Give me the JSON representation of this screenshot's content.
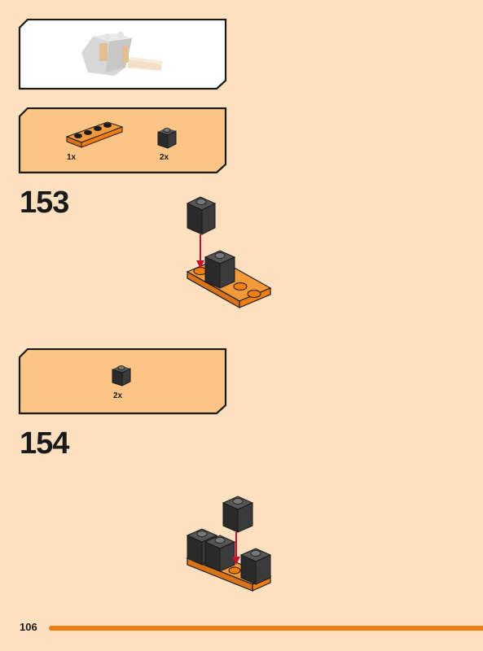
{
  "page": {
    "number": "106",
    "accent_color": "#ee7d12",
    "background_color": "#fde0c0",
    "panel_color": "#fcc585"
  },
  "submodel_preview": {
    "description_icon": "submodel-preview-icon"
  },
  "steps": [
    {
      "number": "153",
      "parts": [
        {
          "icon": "orange-plate-1x4-icon",
          "quantity": "1x"
        },
        {
          "icon": "black-brick-1x1-icon",
          "quantity": "2x"
        }
      ]
    },
    {
      "number": "154",
      "parts": [
        {
          "icon": "black-brick-1x1-icon",
          "quantity": "2x"
        }
      ]
    }
  ]
}
